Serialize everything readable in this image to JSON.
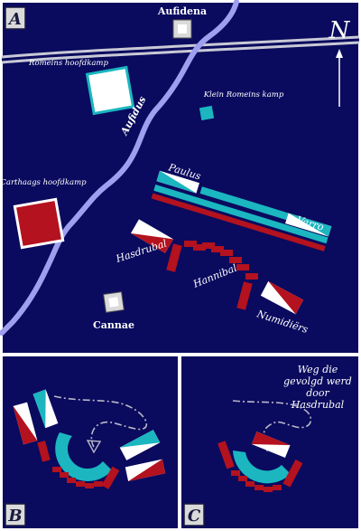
{
  "colors": {
    "background": "#0a0a5e",
    "border": "#ffffff",
    "river": "#9f9ff0",
    "road": "#c9c9d6",
    "roman": "#1bb6c0",
    "carthage": "#b3121e",
    "white": "#ffffff",
    "path": "#b8b8c8"
  },
  "panels": {
    "a": {
      "letter": "A"
    },
    "b": {
      "letter": "B"
    },
    "c": {
      "letter": "C"
    }
  },
  "labels": {
    "aufidena": "Aufidena",
    "cannae": "Cannae",
    "aufidus": "Aufidus",
    "romeins_hoofdkamp": "Romeins hoofdkamp",
    "klein_romeins_kamp": "Klein Romeins kamp",
    "carthaags_hoofdkamp": "Carthaags hoofdkamp",
    "paulus": "Paulus",
    "varro": "Varro",
    "hasdrubal": "Hasdrubal",
    "hannibal": "Hannibal",
    "numidiers": "Numidiërs",
    "north": "N",
    "route_line1": "Weg die",
    "route_line2": "gevolgd werd",
    "route_line3": "door",
    "route_line4": "Hasdrubal"
  }
}
